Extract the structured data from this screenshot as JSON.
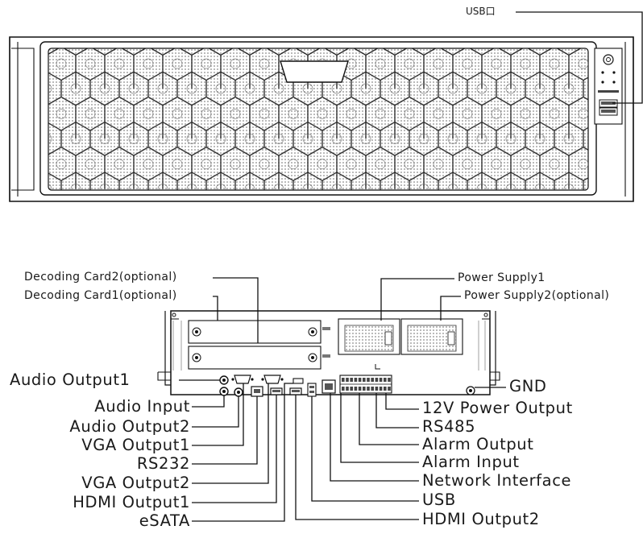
{
  "front_panel": {
    "usb_label": "USB口"
  },
  "rear_panel": {
    "top_labels": {
      "decoding_card2": "Decoding Card2(optional)",
      "decoding_card1": "Decoding Card1(optional)",
      "power_supply1": "Power Supply1",
      "power_supply2": "Power Supply2(optional)"
    },
    "left_labels": [
      "Audio Output1",
      "Audio Input",
      "Audio Output2",
      "VGA Output1",
      "RS232",
      "VGA Output2",
      "HDMI Output1",
      "eSATA"
    ],
    "right_labels": [
      "GND",
      "12V Power Output",
      "RS485",
      "Alarm Output",
      "Alarm Input",
      "Network Interface",
      "USB",
      "HDMI Output2"
    ]
  }
}
